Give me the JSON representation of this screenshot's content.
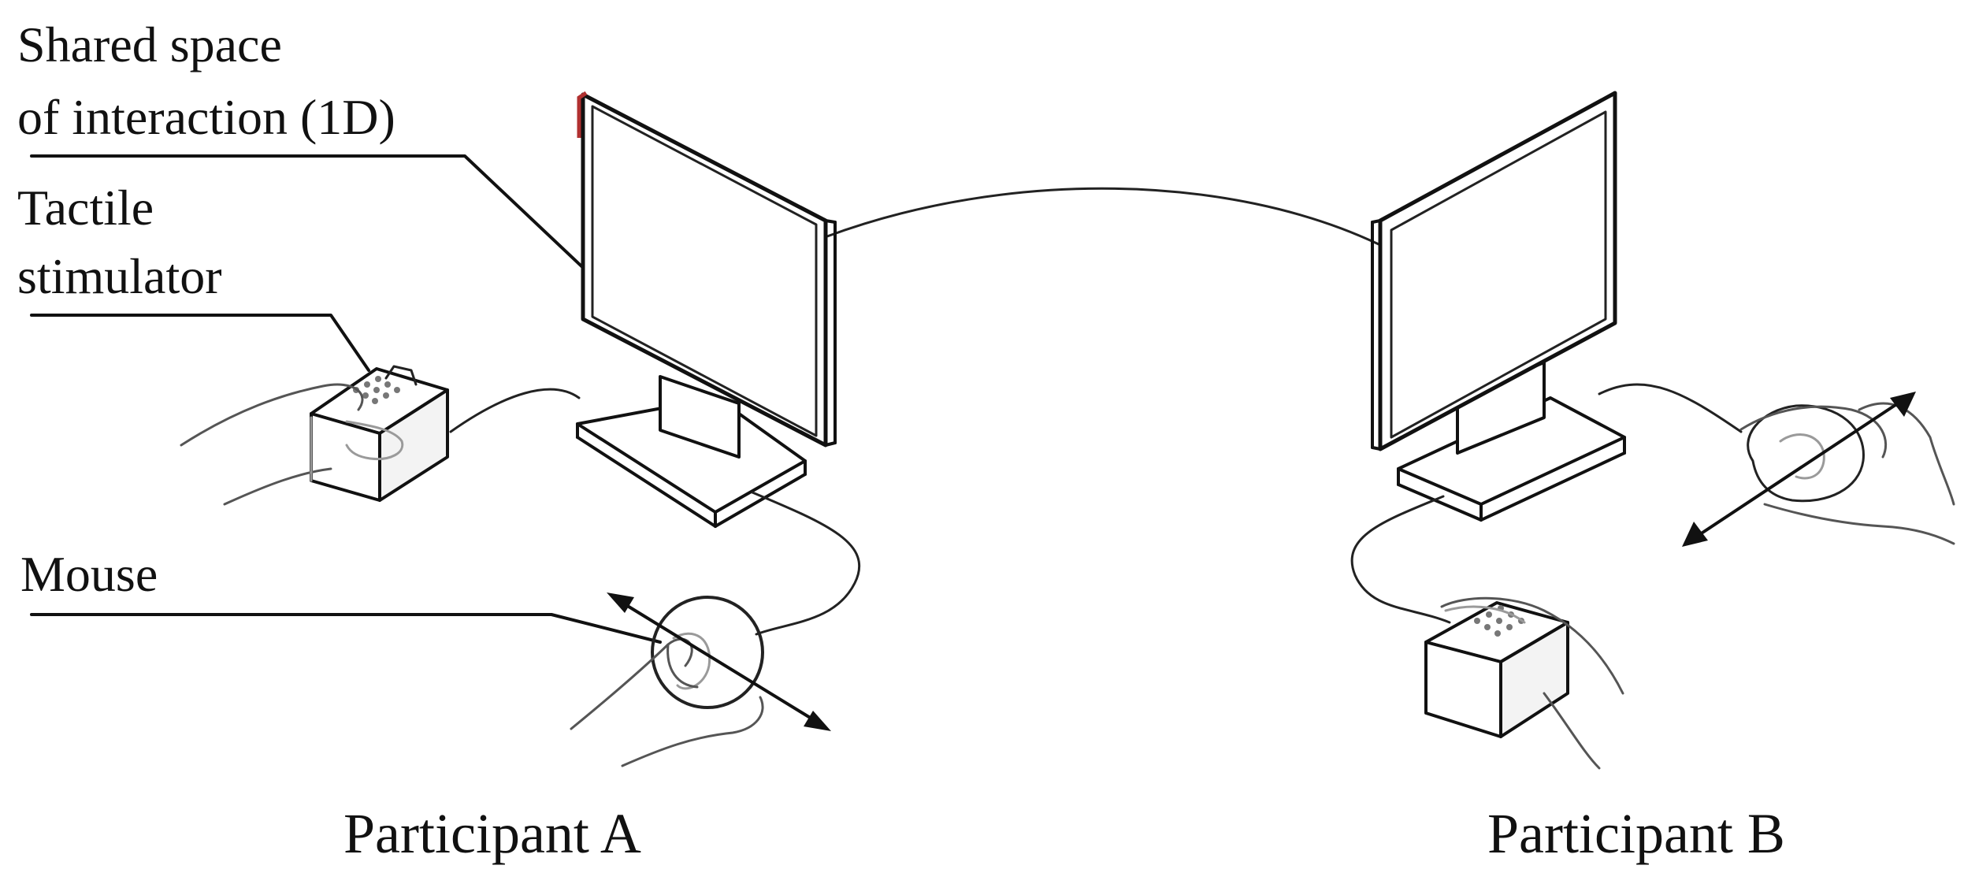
{
  "labels": {
    "shared_space_line1": "Shared space",
    "shared_space_line2": "of interaction (1D)",
    "tactile_line1": "Tactile",
    "tactile_line2": "stimulator",
    "mouse": "Mouse",
    "participant_a": "Participant A",
    "participant_b": "Participant B"
  },
  "colors": {
    "line": "#111111",
    "marker": "#b03030"
  },
  "icons": {
    "monitor": "monitor-icon",
    "tactile_device": "tactile-stimulator-icon",
    "mouse": "mouse-icon",
    "hand": "hand-icon",
    "arrow": "double-arrow-icon"
  }
}
